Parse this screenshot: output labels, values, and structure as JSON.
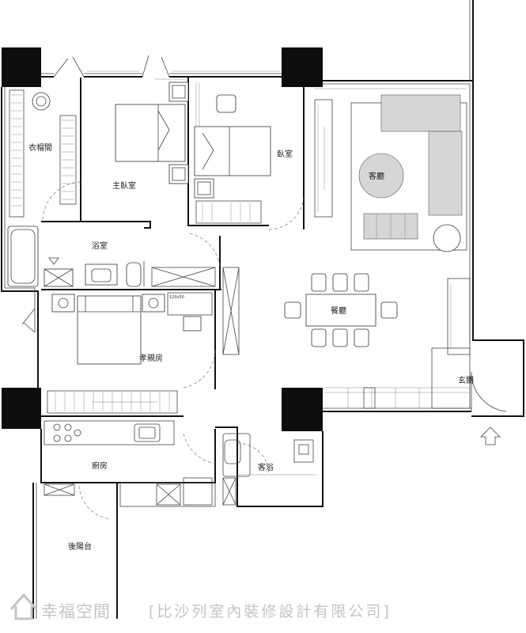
{
  "rooms": {
    "cloakroom": "衣帽間",
    "master_bedroom": "主臥室",
    "bedroom": "臥室",
    "living_room": "客廳",
    "bathroom": "浴室",
    "dining_room": "餐廳",
    "parents_room": "孝親房",
    "entrance": "玄關",
    "kitchen": "廚房",
    "guest_bath": "客浴",
    "back_balcony": "後陽台"
  },
  "dimension_label": "120x50",
  "watermark": {
    "brand": "幸福空間",
    "company": "[比沙列室內裝修設計有限公司]"
  },
  "icons": {
    "entry_arrow": "up-arrow-icon",
    "watermark_logo": "house-logo-icon"
  }
}
